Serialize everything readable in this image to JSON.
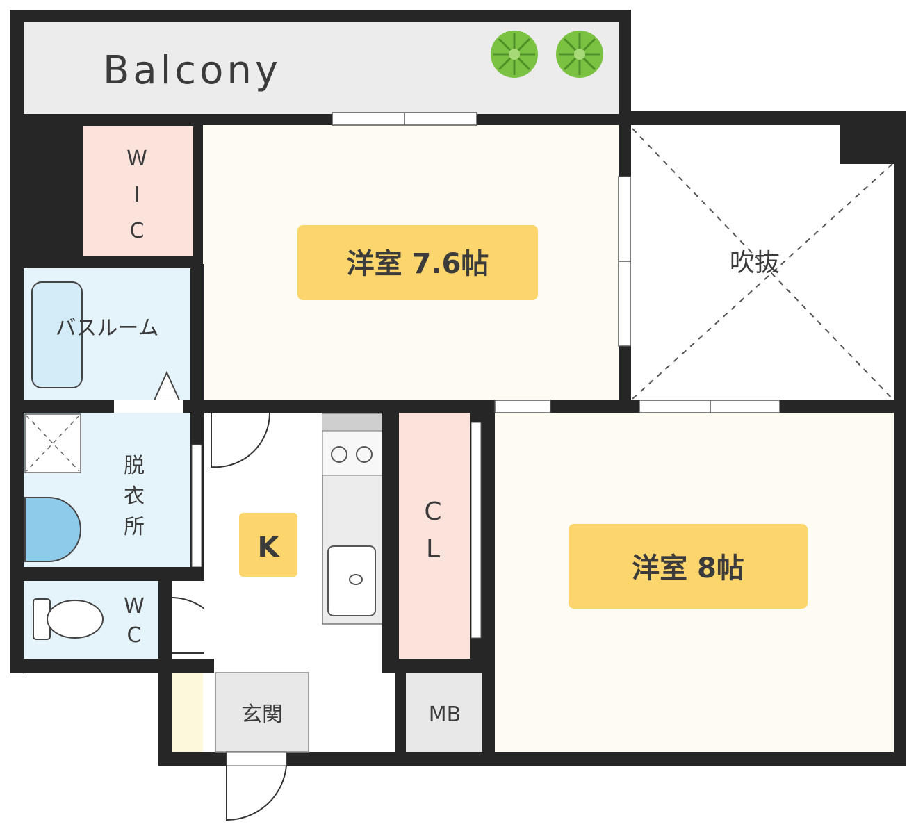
{
  "colors": {
    "wall": "#262626",
    "balcony": "#ececec",
    "room_cream": "#fdfbf2",
    "closet_pink": "#fbe3dc",
    "bath_blue": "#e5f3fb",
    "label_yellow": "#fcd66d",
    "plant_green": "#7cc242"
  },
  "rooms": {
    "balcony": "Balcony",
    "wic": [
      "W",
      "I",
      "C"
    ],
    "western_room_1": "洋室 7.6帖",
    "fukinuke": "吹抜",
    "bathroom": "バスルーム",
    "dressing": [
      "脱",
      "衣",
      "所"
    ],
    "kitchen": "K",
    "closet": [
      "C",
      "L"
    ],
    "western_room_2": "洋室 8帖",
    "wc": [
      "W",
      "C"
    ],
    "entrance": "玄関",
    "mb": "MB"
  }
}
